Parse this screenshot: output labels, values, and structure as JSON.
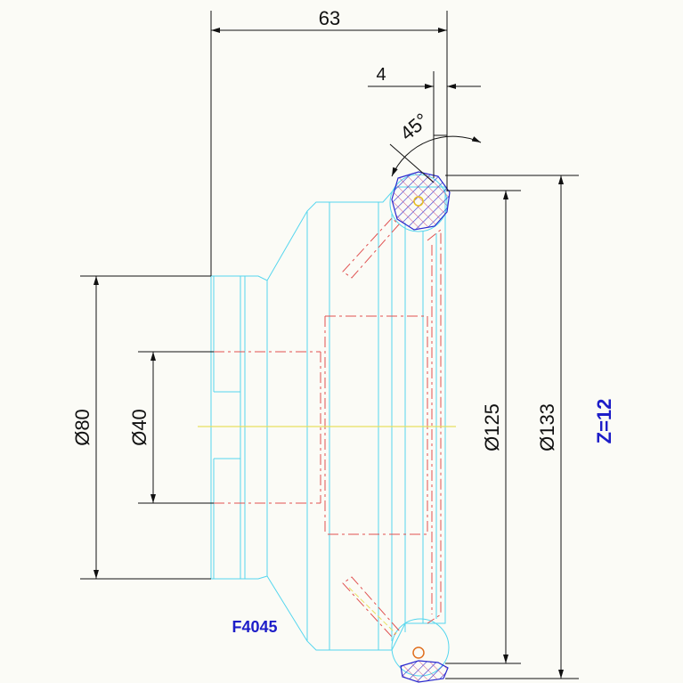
{
  "drawing": {
    "part_code": "F4045",
    "teeth_count": "Z=12",
    "dimensions": {
      "length": "63",
      "offset": "4",
      "angle": "45°",
      "dia_80": "Ø80",
      "dia_40": "Ø40",
      "dia_125": "Ø125",
      "dia_133": "Ø133"
    },
    "colors": {
      "body_outline": "#55d6ee",
      "hidden_lines": "#e05050",
      "centerline": "#e8e060",
      "dimension_lines": "#111111",
      "annotation": "#1d1dc8",
      "insert_hatch": "#2a2ad0"
    }
  }
}
